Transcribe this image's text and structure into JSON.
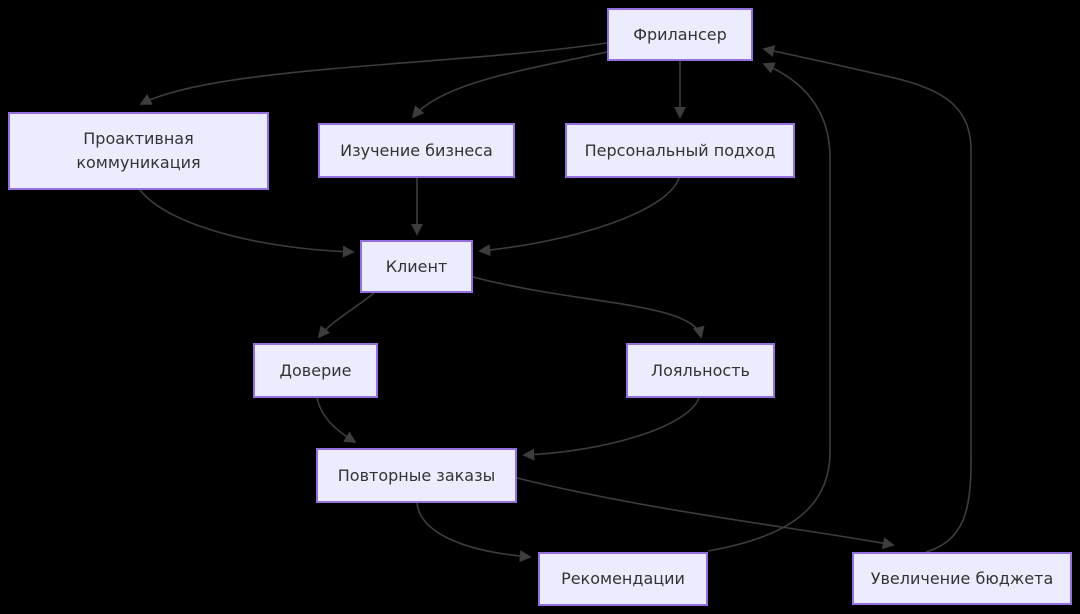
{
  "diagram": {
    "type": "flowchart",
    "orientation": "top-down",
    "colors": {
      "background": "#000000",
      "node_fill": "#ECECFF",
      "node_border": "#9370DB",
      "node_text": "#333333",
      "edge_line": "#3d3d3d"
    },
    "nodes": [
      {
        "id": "freelancer",
        "label": "Фрилансер"
      },
      {
        "id": "proactive-comm",
        "label": "Проактивная коммуникация"
      },
      {
        "id": "business-study",
        "label": "Изучение бизнеса"
      },
      {
        "id": "personal-approach",
        "label": "Персональный подход"
      },
      {
        "id": "client",
        "label": "Клиент"
      },
      {
        "id": "trust",
        "label": "Доверие"
      },
      {
        "id": "loyalty",
        "label": "Лояльность"
      },
      {
        "id": "repeat-orders",
        "label": "Повторные заказы"
      },
      {
        "id": "recommendations",
        "label": "Рекомендации"
      },
      {
        "id": "budget-increase",
        "label": "Увеличение бюджета"
      }
    ],
    "edges": [
      {
        "from": "Фрилансер",
        "to": "Проактивная коммуникация"
      },
      {
        "from": "Фрилансер",
        "to": "Изучение бизнеса"
      },
      {
        "from": "Фрилансер",
        "to": "Персональный подход"
      },
      {
        "from": "Проактивная коммуникация",
        "to": "Клиент"
      },
      {
        "from": "Изучение бизнеса",
        "to": "Клиент"
      },
      {
        "from": "Персональный подход",
        "to": "Клиент"
      },
      {
        "from": "Клиент",
        "to": "Доверие"
      },
      {
        "from": "Клиент",
        "to": "Лояльность"
      },
      {
        "from": "Доверие",
        "to": "Повторные заказы"
      },
      {
        "from": "Лояльность",
        "to": "Повторные заказы"
      },
      {
        "from": "Повторные заказы",
        "to": "Рекомендации"
      },
      {
        "from": "Повторные заказы",
        "to": "Увеличение бюджета"
      },
      {
        "from": "Рекомендации",
        "to": "Фрилансер"
      },
      {
        "from": "Увеличение бюджета",
        "to": "Фрилансер"
      }
    ]
  }
}
